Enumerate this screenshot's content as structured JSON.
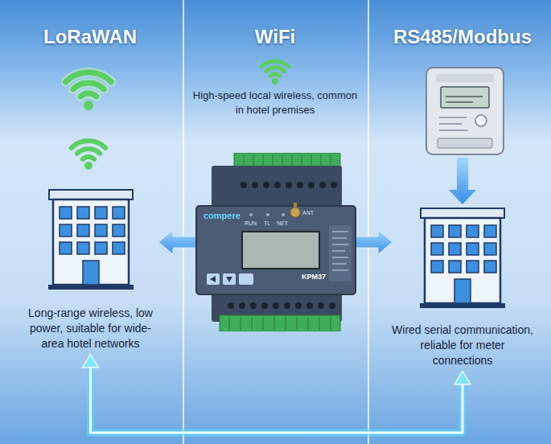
{
  "diagram": {
    "nodes": [
      {
        "text": [
          "Long-range wireless, low power, suitable for wide-area hotel networks"
        ]
      },
      {
        "text": [
          "compere",
          "RUN",
          "TL",
          "NET",
          "ANT",
          "KPM37"
        ]
      },
      {
        "text": [
          "Wired serial communication, reliable for meter connections"
        ]
      }
    ],
    "edges": [
      {
        "from": 1,
        "to": 0,
        "arrow": "to"
      },
      {
        "from": 1,
        "to": 2,
        "arrow": "to"
      },
      {
        "from": 0,
        "to": 2,
        "arrow": "both"
      }
    ],
    "labels": [
      "LoRaWAN",
      "WiFi",
      "RS485/Modbus",
      "High-speed local wireless, common in hotel premises"
    ]
  }
}
